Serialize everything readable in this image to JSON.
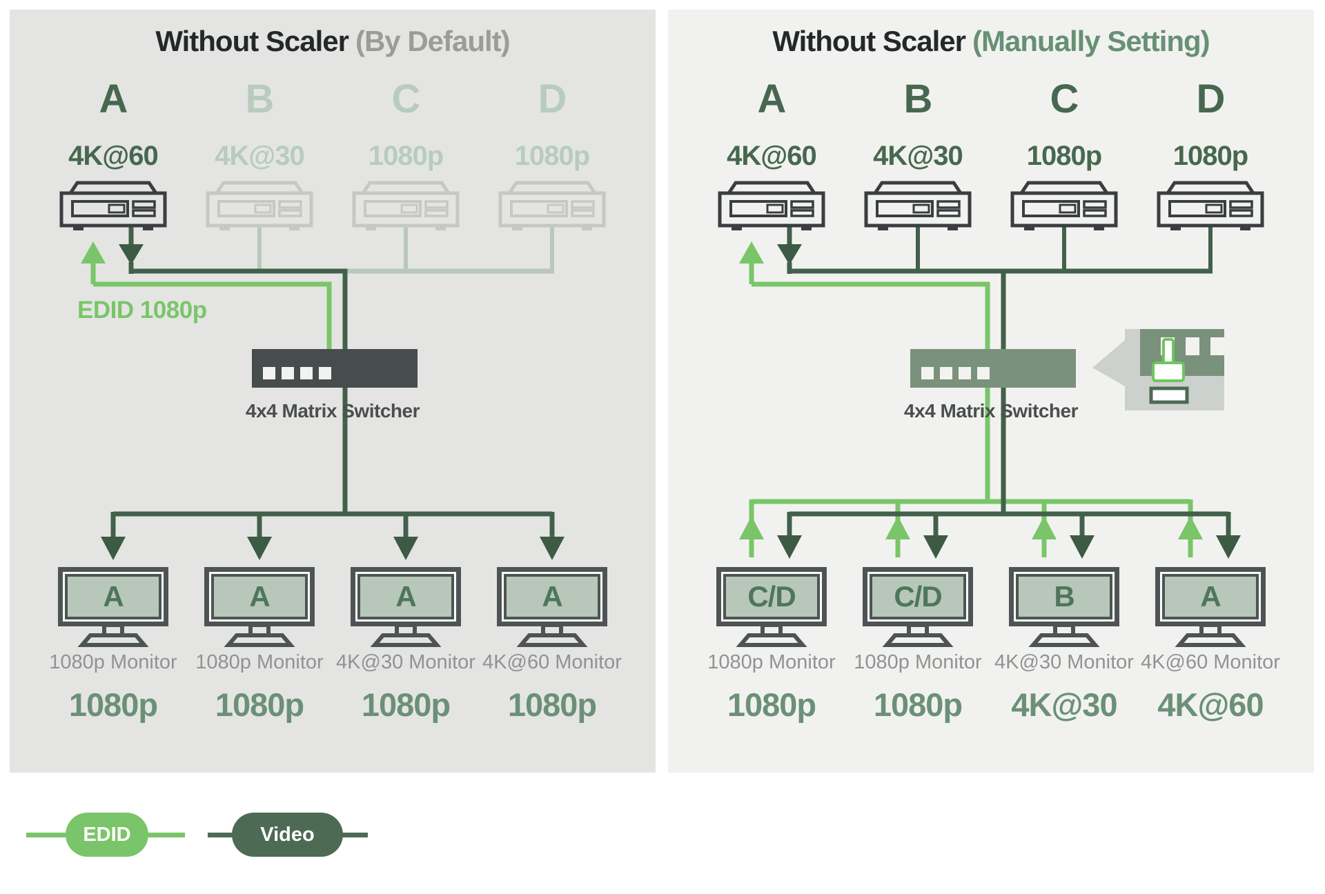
{
  "panels": {
    "left": {
      "title": "Without Scaler",
      "title_suffix": "(By Default)",
      "sources": [
        {
          "letter": "A",
          "resolution": "4K@60",
          "active": true
        },
        {
          "letter": "B",
          "resolution": "4K@30",
          "active": false
        },
        {
          "letter": "C",
          "resolution": "1080p",
          "active": false
        },
        {
          "letter": "D",
          "resolution": "1080p",
          "active": false
        }
      ],
      "edid_label": "EDID 1080p",
      "switcher_label": "4x4 Matrix Switcher",
      "monitors": [
        {
          "screen": "A",
          "name": "1080p Monitor",
          "output": "1080p"
        },
        {
          "screen": "A",
          "name": "1080p Monitor",
          "output": "1080p"
        },
        {
          "screen": "A",
          "name": "4K@30 Monitor",
          "output": "1080p"
        },
        {
          "screen": "A",
          "name": "4K@60 Monitor",
          "output": "1080p"
        }
      ]
    },
    "right": {
      "title": "Without Scaler",
      "title_suffix": "(Manually Setting)",
      "sources": [
        {
          "letter": "A",
          "resolution": "4K@60",
          "active": true
        },
        {
          "letter": "B",
          "resolution": "4K@30",
          "active": true
        },
        {
          "letter": "C",
          "resolution": "1080p",
          "active": true
        },
        {
          "letter": "D",
          "resolution": "1080p",
          "active": true
        }
      ],
      "switcher_label": "4x4 Matrix Switcher",
      "monitors": [
        {
          "screen": "C/D",
          "name": "1080p Monitor",
          "output": "1080p"
        },
        {
          "screen": "C/D",
          "name": "1080p Monitor",
          "output": "1080p"
        },
        {
          "screen": "B",
          "name": "4K@30 Monitor",
          "output": "4K@30"
        },
        {
          "screen": "A",
          "name": "4K@60 Monitor",
          "output": "4K@60"
        }
      ]
    }
  },
  "legend": {
    "items": [
      {
        "label": "EDID",
        "color": "#7ac569"
      },
      {
        "label": "Video",
        "color": "#4d6a55"
      }
    ]
  },
  "colors": {
    "edid_green": "#7ac569",
    "video_dark_green": "#42604a",
    "arrow_dark": "#3d5a44",
    "faded_line": "#b9c8bc",
    "panel_left_bg": "#e4e5e3",
    "panel_right_bg": "#f1f2ef",
    "title_text": "#24282b",
    "title_suffix_gray": "#9a9c98",
    "title_suffix_green": "#679074",
    "active_green_text": "#47684f",
    "faded_green_text": "#b7ccbe",
    "monitor_frame": "#4e5453",
    "monitor_screen": "#b7c7b9",
    "monitor_letter": "#4e765c",
    "monitor_name_gray": "#8f9392",
    "output_green": "#6b9077",
    "switcher_dark": "#474c4c",
    "switcher_green": "#7a917c",
    "callout_bubble": "#ccd1cd"
  },
  "icons": {
    "source_device": "dvd-player-icon",
    "switcher": "matrix-switcher-icon",
    "monitor": "display-icon",
    "cursor": "hand-cursor-icon",
    "edid_arrow": "up-arrow-icon",
    "video_arrow": "down-arrow-icon"
  }
}
